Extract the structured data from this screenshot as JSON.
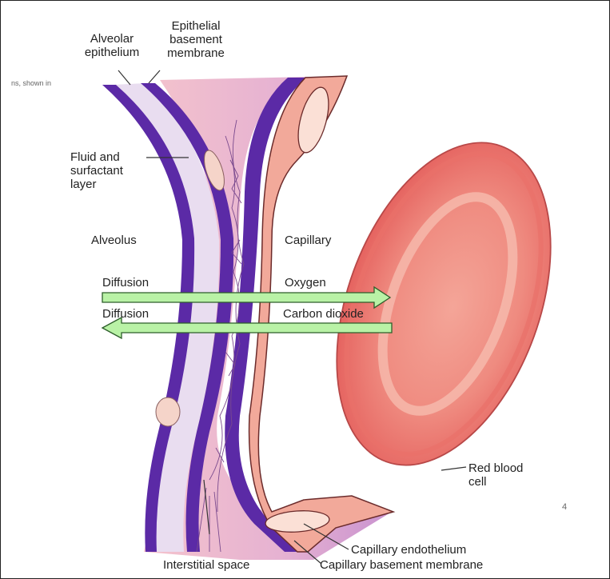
{
  "labels": {
    "alveolar_epithelium": [
      "Alveolar",
      "epithelium"
    ],
    "epithelial_basement_membrane": [
      "Epithelial",
      "basement",
      "membrane"
    ],
    "fluid_layer": [
      "Fluid and",
      "surfactant",
      "layer"
    ],
    "alveolus": "Alveolus",
    "capillary": "Capillary",
    "diffusion_top": "Diffusion",
    "oxygen": "Oxygen",
    "diffusion_bottom": "Diffusion",
    "carbon_dioxide": "Carbon dioxide",
    "red_blood_cell": [
      "Red blood",
      "cell"
    ],
    "interstitial_space": "Interstitial space",
    "capillary_endothelium": "Capillary endothelium",
    "capillary_basement_membrane": "Capillary basement membrane",
    "page_number": "4",
    "edge_fragment": "ns, shown in"
  },
  "colors": {
    "membrane_purple": "#5b2aa6",
    "epithelium_lavender": "#e8dcf0",
    "interstitial_pink": "#e6b4cf",
    "endothelium_salmon": "#f2a99a",
    "rbc_red": "#e8605e",
    "arrow_green": "#b9f2a6",
    "arrow_outline": "#2d5e2a"
  }
}
